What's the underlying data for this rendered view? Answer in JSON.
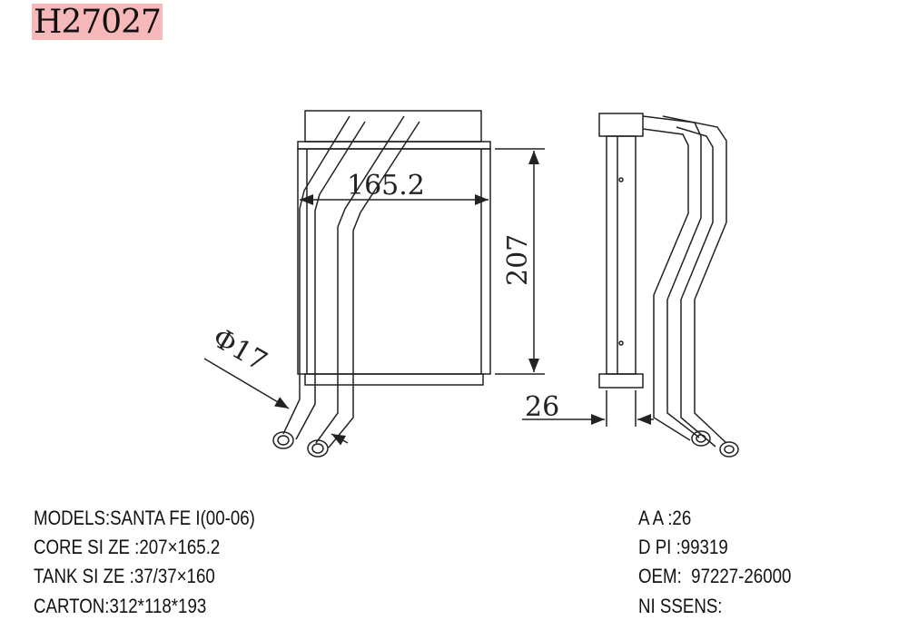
{
  "title": "H27027",
  "dimensions": {
    "width": "165.2",
    "height": "207",
    "pipe_diameter": "Φ17",
    "depth": "26"
  },
  "specs_left": [
    "MODELS:SANTA FE I(00-06)",
    "CORE SI ZE :207×165.2",
    "TANK SI ZE :37/37×160",
    "CARTON:312*118*193"
  ],
  "specs_right": [
    "A A :26",
    "D PI :99319",
    "OEM:  97227-26000",
    "NI SSENS:"
  ],
  "colors": {
    "title_highlight": "#f6b8b8",
    "line": "#222222"
  }
}
